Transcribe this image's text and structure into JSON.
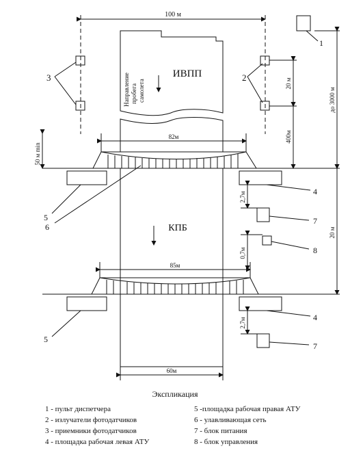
{
  "diagram": {
    "dim_top_width": "100 м",
    "runway_label": "ИВПП",
    "direction_label": [
      "Направление",
      "пробега",
      "самолета"
    ],
    "net_top_width": "82м",
    "net_bottom_width": "85м",
    "kpb_label": "КПБ",
    "bottom_width": "60м",
    "dim_50m": "50 м min",
    "dim_20m_top": "20 м",
    "dim_400m": "400м",
    "dim_3000m": "до 3000 м",
    "dim_20m_mid": "20 м",
    "dim_2_7m_a": "2,7м",
    "dim_0_7m": "0,7м",
    "dim_2_7m_b": "2,7м",
    "callouts": [
      "1",
      "2",
      "3",
      "4",
      "4",
      "5",
      "5",
      "6",
      "7",
      "7",
      "8"
    ]
  },
  "legend": {
    "title": "Экспликация",
    "left": [
      "1 - пульт диспетчера",
      "2 - излучатели фотодатчиков",
      "3 - приемники фотодатчиков",
      "4 - площадка рабочая левая АТУ"
    ],
    "right": [
      "5 -площадка рабочая правая АТУ",
      "6 - улавливающая сеть",
      "7 - блок питания",
      "8 - блок управления"
    ]
  }
}
